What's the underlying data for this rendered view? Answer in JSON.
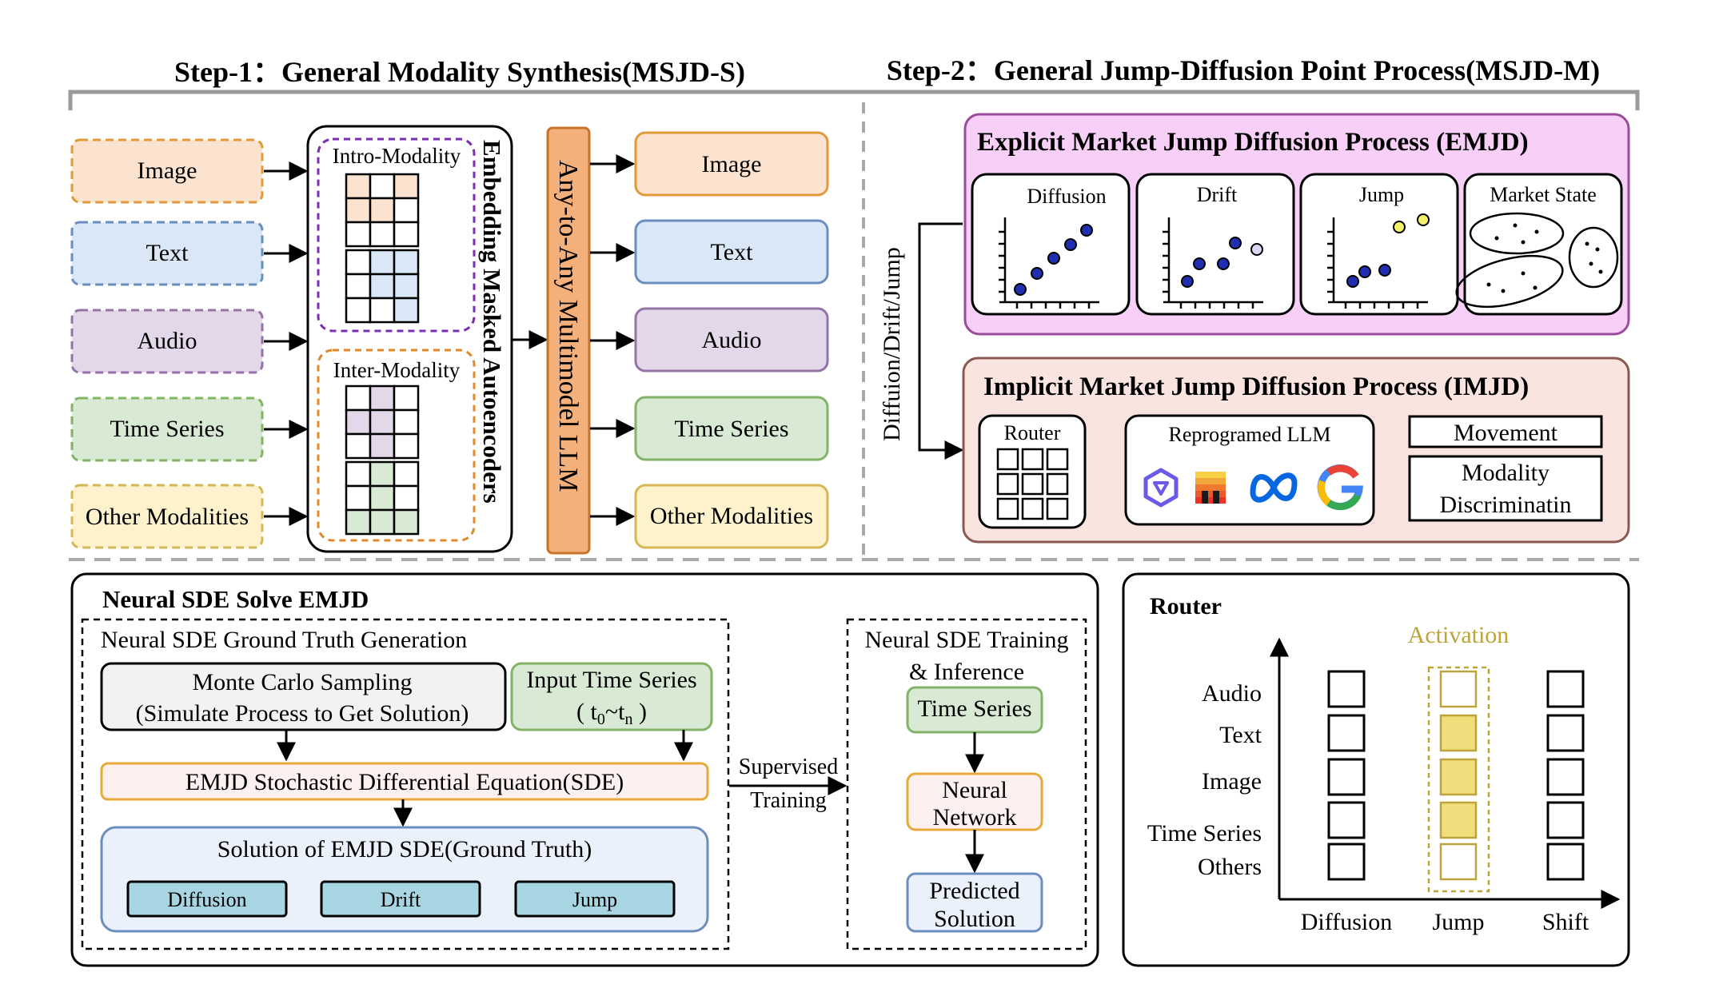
{
  "step1": {
    "title": "Step-1：General Modality Synthesis(MSJD-S)"
  },
  "step2": {
    "title": "Step-2：General Jump-Diffusion Point Process(MSJD-M)"
  },
  "modalities_in": [
    "Image",
    "Text",
    "Audio",
    "Time Series",
    "Other Modalities"
  ],
  "modalities_out": [
    "Image",
    "Text",
    "Audio",
    "Time Series",
    "Other Modalities"
  ],
  "mae": {
    "label": "Embedding Masked Autoencoders",
    "intro": "Intro-Modality",
    "inter": "Inter-Modality"
  },
  "llm": {
    "label": "Any-to-Any Multimodel LLM"
  },
  "side_label": "Diffuion/Drift/Jump",
  "emjd": {
    "title": "Explicit Market Jump Diffusion Process (EMJD)",
    "panels": [
      "Diffusion",
      "Drift",
      "Jump",
      "Market State"
    ]
  },
  "imjd": {
    "title": "Implicit Market Jump Diffusion Process (IMJD)",
    "router": "Router",
    "llm": "Reprogramed LLM",
    "movement": "Movement",
    "discriminator_line1": "Modality",
    "discriminator_line2": "Discriminatin"
  },
  "sde": {
    "title": "Neural SDE Solve EMJD",
    "gt_title": "Neural SDE Ground Truth Generation",
    "mc_line1": "Monte Carlo Sampling",
    "mc_line2": "(Simulate Process to Get Solution)",
    "input_line1": "Input Time Series",
    "input_line2_t": "( t",
    "input_sub0": "0",
    "input_tilde": "~t",
    "input_subn": "n",
    "input_close": " )",
    "equation": "EMJD Stochastic Differential Equation(SDE)",
    "solution": "Solution of EMJD SDE(Ground Truth)",
    "solution_items": [
      "Diffusion",
      "Drift",
      "Jump"
    ],
    "supervised_line1": "Supervised",
    "supervised_line2": "Training",
    "train_line1": "Neural SDE Training",
    "train_line2": "& Inference",
    "train_ts": "Time Series",
    "nn_line1": "Neural",
    "nn_line2": "Network",
    "pred_line1": "Predicted",
    "pred_line2": "Solution"
  },
  "router_chart": {
    "title": "Router",
    "activation": "Activation",
    "rows": [
      "Audio",
      "Text",
      "Image",
      "Time Series",
      "Others"
    ],
    "columns": [
      "Diffusion",
      "Jump",
      "Shift"
    ],
    "activations": [
      [
        0,
        0,
        0
      ],
      [
        0,
        1,
        0
      ],
      [
        0,
        1,
        0
      ],
      [
        0,
        1,
        0
      ],
      [
        0,
        0,
        0
      ]
    ]
  },
  "colors": {
    "image_fill": "#fbe3cf",
    "image_border": "#e09a3a",
    "text_fill": "#d9e7f7",
    "text_border": "#6c8ebf",
    "audio_fill": "#e3d7ea",
    "audio_border": "#9673a6",
    "ts_fill": "#d8ead3",
    "ts_border": "#82b366",
    "other_fill": "#fdf2cc",
    "other_border": "#d6b656",
    "llm_fill": "#f4b07b",
    "llm_border": "#c8732a",
    "emjd_fill": "#f7cff7",
    "emjd_border": "#9a4b9a",
    "imjd_fill": "#f9e4e0",
    "imjd_border": "#8a5a52",
    "sde_eq_fill": "#fdf1ef",
    "sde_eq_border": "#e6a93a",
    "solution_fill": "#eaf1fb",
    "solution_border": "#6c8ebf",
    "solution_item_fill": "#a7d6e2",
    "mc_fill": "#f2f2f2",
    "activation_gold": "#bca43a",
    "activation_fill": "#f0dd7c",
    "dot_blue": "#1f2fb0",
    "dot_yellow": "#f5f06a"
  }
}
